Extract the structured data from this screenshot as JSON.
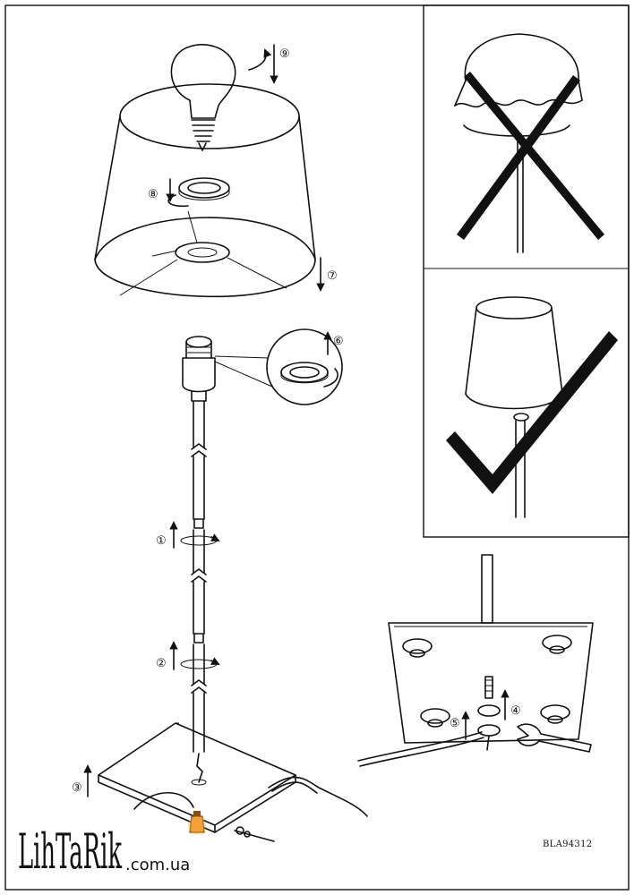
{
  "steps": [
    "①",
    "②",
    "③",
    "④",
    "⑤",
    "⑥",
    "⑦",
    "⑧",
    "⑨"
  ],
  "logo": {
    "main": "LihTaRik",
    "domain": ".com.ua"
  },
  "model_code": "BLA94312",
  "colors": {
    "ink": "#111111",
    "lamp_glow": "#f2a23a",
    "lamp_dark": "#8a4a10",
    "paper": "#ffffff"
  },
  "icons": {
    "wrong": "cross-mark-icon",
    "right": "check-mark-icon"
  }
}
